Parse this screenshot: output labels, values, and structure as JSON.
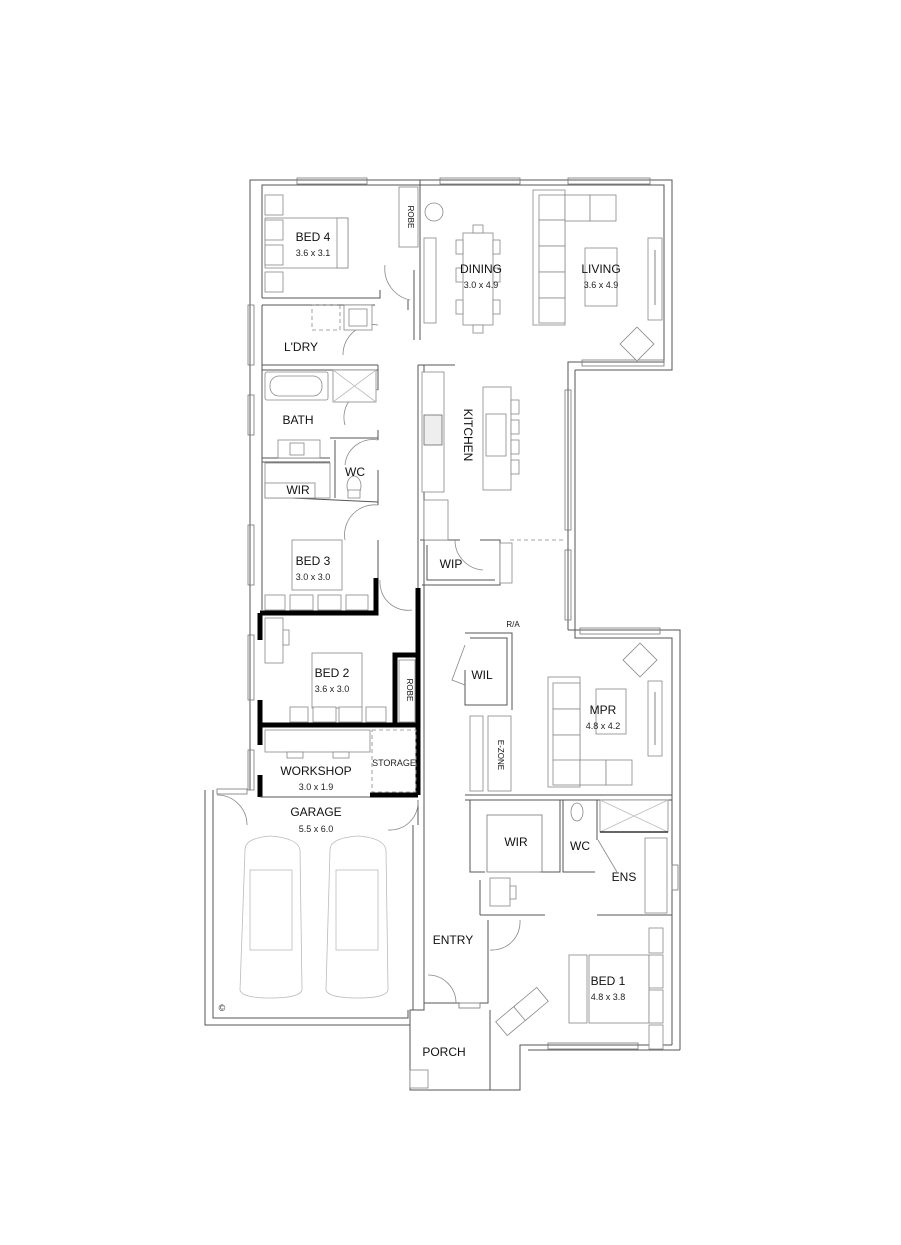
{
  "plan": {
    "rooms": [
      {
        "id": "bed4",
        "name": "BED 4",
        "size": "3.6 x 3.1"
      },
      {
        "id": "robe4",
        "name": "ROBE"
      },
      {
        "id": "dining",
        "name": "DINING",
        "size": "3.0 x 4.9"
      },
      {
        "id": "living",
        "name": "LIVING",
        "size": "3.6 x 4.9"
      },
      {
        "id": "laundry",
        "name": "L'DRY"
      },
      {
        "id": "bath",
        "name": "BATH"
      },
      {
        "id": "kitchen",
        "name": "KITCHEN"
      },
      {
        "id": "wc_hall",
        "name": "WC"
      },
      {
        "id": "wir3",
        "name": "WIR"
      },
      {
        "id": "bed3",
        "name": "BED 3",
        "size": "3.0 x 3.0"
      },
      {
        "id": "wip",
        "name": "WIP"
      },
      {
        "id": "wil",
        "name": "WIL"
      },
      {
        "id": "ra",
        "name": "R/A"
      },
      {
        "id": "bed2",
        "name": "BED 2",
        "size": "3.6 x 3.0"
      },
      {
        "id": "robe2",
        "name": "ROBE"
      },
      {
        "id": "mpr",
        "name": "MPR",
        "size": "4.8 x 4.2"
      },
      {
        "id": "ezone",
        "name": "E-ZONE"
      },
      {
        "id": "workshop",
        "name": "WORKSHOP",
        "size": "3.0 x 1.9"
      },
      {
        "id": "storage",
        "name": "STORAGE"
      },
      {
        "id": "garage",
        "name": "GARAGE",
        "size": "5.5 x 6.0"
      },
      {
        "id": "wir1",
        "name": "WIR"
      },
      {
        "id": "wc_ens",
        "name": "WC"
      },
      {
        "id": "ens",
        "name": "ENS"
      },
      {
        "id": "entry",
        "name": "ENTRY"
      },
      {
        "id": "bed1",
        "name": "BED 1",
        "size": "4.8 x 3.8"
      },
      {
        "id": "porch",
        "name": "PORCH"
      }
    ],
    "symbols": {
      "copyright": "©"
    }
  }
}
